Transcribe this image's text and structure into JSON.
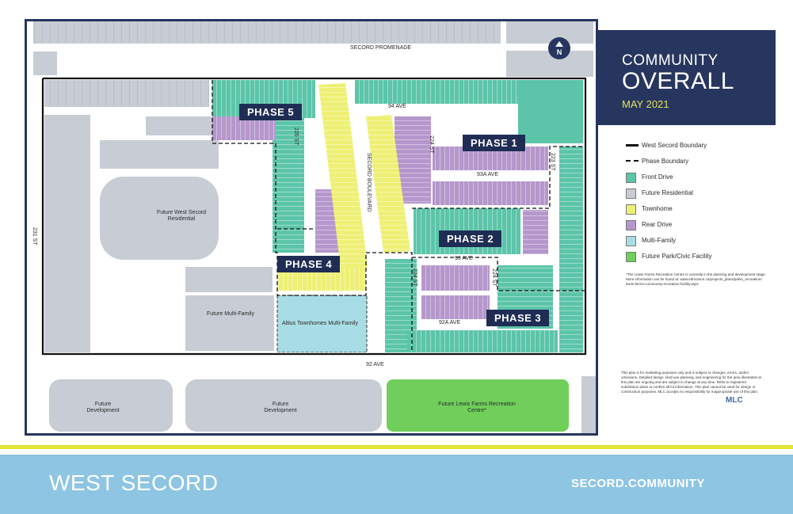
{
  "title": {
    "line1": "COMMUNITY",
    "line2": "OVERALL",
    "date": "MAY 2021"
  },
  "legend": [
    {
      "label": "West Secord Boundary",
      "kind": "line-solid",
      "color": "#111111"
    },
    {
      "label": "Phase Boundary",
      "kind": "line-dashed",
      "color": "#111111"
    },
    {
      "label": "Front Drive",
      "kind": "swatch",
      "color": "#5cc5a9"
    },
    {
      "label": "Future Residential",
      "kind": "swatch",
      "color": "#c8ccd4"
    },
    {
      "label": "Townhome",
      "kind": "swatch",
      "color": "#eef075"
    },
    {
      "label": "Rear Drive",
      "kind": "swatch",
      "color": "#b597cc"
    },
    {
      "label": "Multi-Family",
      "kind": "swatch",
      "color": "#a9dde6"
    },
    {
      "label": "Future Park/Civic Facility",
      "kind": "swatch",
      "color": "#6fcf5a"
    }
  ],
  "phases": [
    "PHASE 5",
    "PHASE 1",
    "PHASE 2",
    "PHASE 4",
    "PHASE 3"
  ],
  "streets": {
    "secord_promenade": "SECORD PROMENADE",
    "ave94": "94 AVE",
    "ave93a": "93A AVE",
    "ave93": "93 AVE",
    "ave92a": "92A AVE",
    "ave92": "92 AVE",
    "st226": "226 ST",
    "st224": "224 ST",
    "st224b": "224 ST",
    "st224c": "224 ST",
    "st223": "223 ST",
    "st231": "231 ST",
    "secord_blvd": "SECORD BOULEVARD"
  },
  "areas": {
    "future_west_secord": "Future West Secord Residential",
    "future_multi_family": "Future Multi-Family",
    "altius": "Altius Townhomes Multi-Family",
    "future_dev_1": "Future Development",
    "future_dev_2": "Future Development",
    "lewis_farms": "Future Lewis Farms Recreation Centre*"
  },
  "notes": {
    "rec_note": "*The Lewis Farms Recreation Centre is currently in the planning and development stage. More information can be found at: www.edmonton.ca/projects_plans/parks_recreation/ lewis-farms-community-recreation-facility.aspx",
    "disclaimer": "This plan is for marketing purposes only and is subject to changes, errors, and/or omissions. Detailed design, land-use planning, and engineering for the area illustrated on this plan are ongoing and are subject to change at any time. Refer to registered subdivision plans to confirm all lot information. This plan cannot be used for design or construction purposes. MLC accepts no responsibility for inappropriate use of this plan."
  },
  "north_label": "N",
  "logo": "MLC",
  "footer": {
    "left": "WEST SECORD",
    "right": "SECORD.COMMUNITY"
  }
}
